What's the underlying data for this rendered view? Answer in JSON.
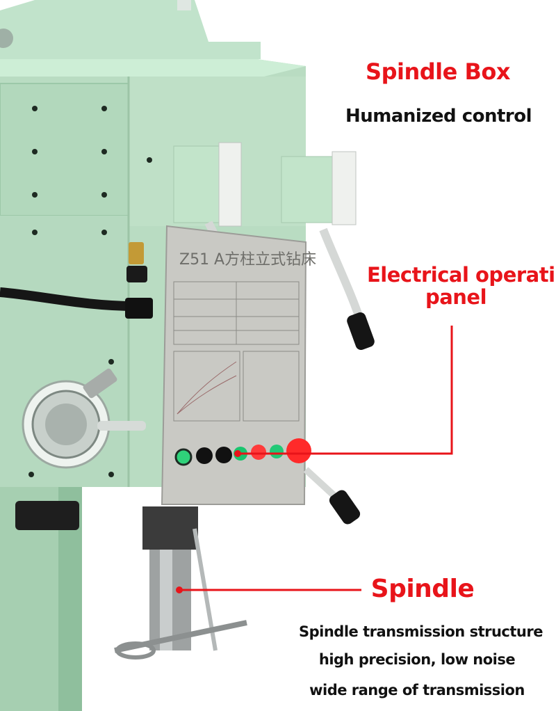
{
  "callouts": {
    "spindle_box": {
      "title": "Spindle Box",
      "subtitle": "Humanized control"
    },
    "electrical_panel": {
      "title_line1": "Electrical operating",
      "title_line2": "panel"
    },
    "spindle": {
      "title": "Spindle",
      "features": [
        "Spindle transmission structure",
        "high precision, low noise",
        "wide range of transmission"
      ]
    }
  },
  "plate": {
    "model_text": "Z51  A方柱立式钻床"
  },
  "colors": {
    "accent": "#e8141a",
    "machine_body": "#b9dcc2",
    "plate": "#c9c9c4",
    "button_green": "#2fd27a",
    "button_red": "#ff2a2a"
  }
}
